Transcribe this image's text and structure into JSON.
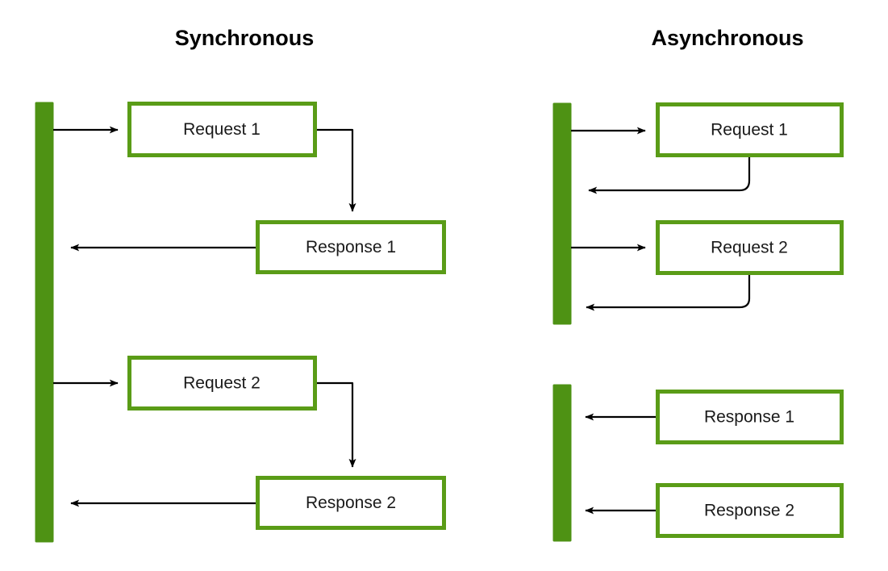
{
  "diagram": {
    "title_left": "Synchronous",
    "title_right": "Asynchronous",
    "colors": {
      "lifeline_green": "#4e9214",
      "box_border_green": "#5a9c17",
      "box_fill": "#ffffff",
      "arrow_black": "#000000",
      "text_black": "#1a1a1a",
      "background": "#ffffff"
    },
    "synchronous": {
      "title": "Synchronous",
      "lifeline_label": "synchronous-lifeline",
      "nodes": [
        {
          "id": "sync-request-1",
          "label": "Request 1"
        },
        {
          "id": "sync-response-1",
          "label": "Response 1"
        },
        {
          "id": "sync-request-2",
          "label": "Request 2"
        },
        {
          "id": "sync-response-2",
          "label": "Response 2"
        }
      ],
      "flows": [
        {
          "from": "lifeline",
          "to": "Request 1",
          "direction": "right"
        },
        {
          "from": "Request 1",
          "to": "Response 1",
          "direction": "down"
        },
        {
          "from": "Response 1",
          "to": "lifeline",
          "direction": "left"
        },
        {
          "from": "lifeline",
          "to": "Request 2",
          "direction": "right"
        },
        {
          "from": "Request 2",
          "to": "Response 2",
          "direction": "down"
        },
        {
          "from": "Response 2",
          "to": "lifeline",
          "direction": "left"
        }
      ]
    },
    "asynchronous": {
      "title": "Asynchronous",
      "lifeline_label": "asynchronous-lifeline",
      "nodes": [
        {
          "id": "async-request-1",
          "label": "Request 1"
        },
        {
          "id": "async-request-2",
          "label": "Request 2"
        },
        {
          "id": "async-response-1",
          "label": "Response 1"
        },
        {
          "id": "async-response-2",
          "label": "Response 2"
        }
      ],
      "flows": [
        {
          "from": "lifeline",
          "to": "Request 1",
          "direction": "right"
        },
        {
          "from": "Request 1",
          "to": "lifeline",
          "direction": "left-curved"
        },
        {
          "from": "lifeline",
          "to": "Request 2",
          "direction": "right"
        },
        {
          "from": "Request 2",
          "to": "lifeline",
          "direction": "left-curved"
        },
        {
          "from": "Response 1",
          "to": "lifeline",
          "direction": "left"
        },
        {
          "from": "Response 2",
          "to": "lifeline",
          "direction": "left"
        }
      ]
    }
  }
}
